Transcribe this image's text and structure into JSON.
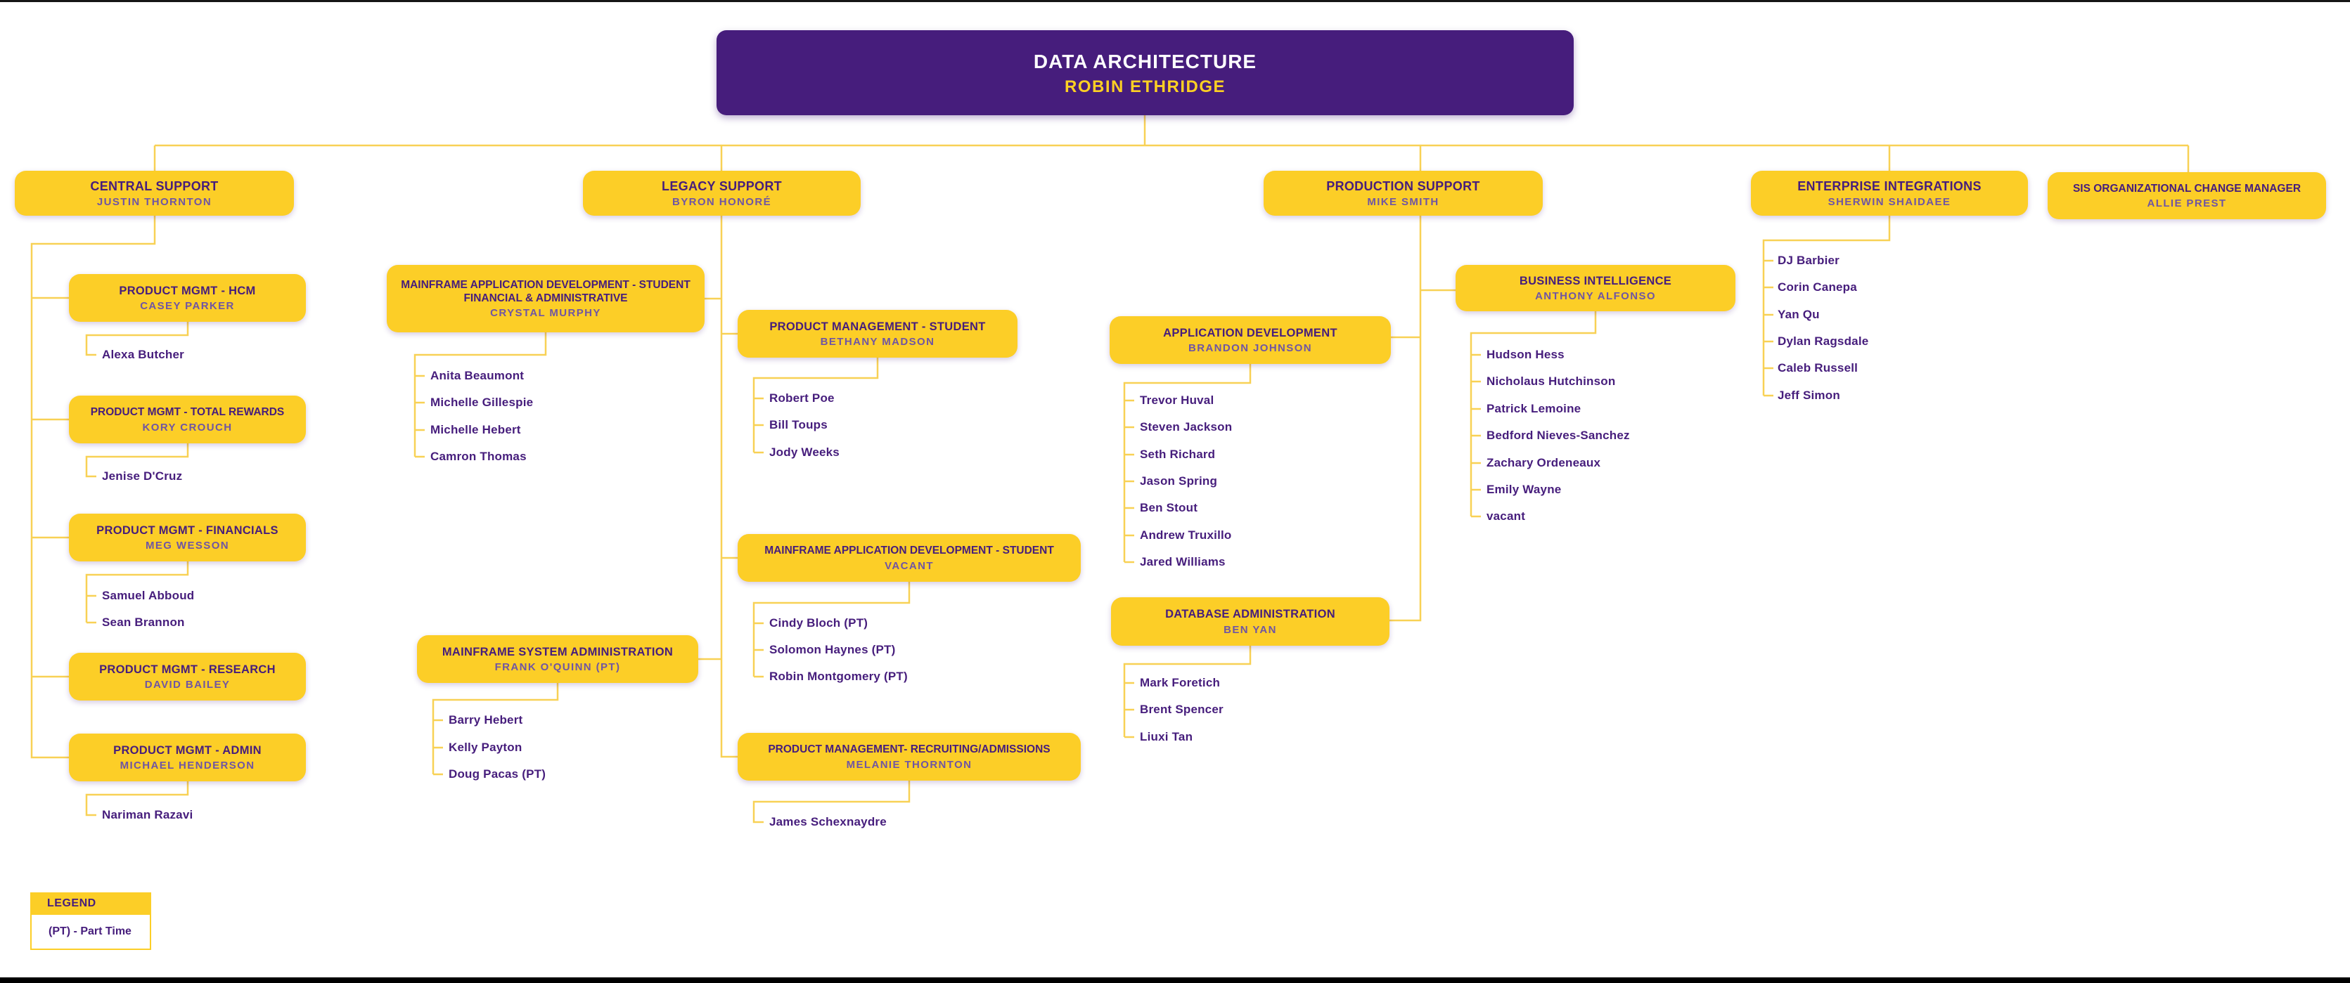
{
  "root": {
    "title": "DATA ARCHITECTURE",
    "name": "ROBIN ETHRIDGE"
  },
  "branches": [
    {
      "title": "CENTRAL SUPPORT",
      "name": "JUSTIN THORNTON",
      "children": [
        {
          "title": "PRODUCT MGMT - HCM",
          "name": "CASEY PARKER",
          "members": [
            "Alexa Butcher"
          ]
        },
        {
          "title": "PRODUCT MGMT - TOTAL REWARDS",
          "name": "KORY CROUCH",
          "members": [
            "Jenise D'Cruz"
          ]
        },
        {
          "title": "PRODUCT MGMT - FINANCIALS",
          "name": "MEG WESSON",
          "members": [
            "Samuel Abboud",
            "Sean Brannon"
          ]
        },
        {
          "title": "PRODUCT MGMT - RESEARCH",
          "name": "DAVID BAILEY",
          "members": []
        },
        {
          "title": "PRODUCT MGMT - ADMIN",
          "name": "MICHAEL HENDERSON",
          "members": [
            "Nariman Razavi"
          ]
        }
      ]
    },
    {
      "title": "LEGACY SUPPORT",
      "name": "BYRON HONORÉ",
      "children": [
        {
          "title": "MAINFRAME APPLICATION DEVELOPMENT - STUDENT FINANCIAL & ADMINISTRATIVE",
          "name": "CRYSTAL MURPHY",
          "members": [
            "Anita Beaumont",
            "Michelle Gillespie",
            "Michelle Hebert",
            "Camron Thomas"
          ]
        },
        {
          "title": "PRODUCT MANAGEMENT - STUDENT",
          "name": "BETHANY MADSON",
          "members": [
            "Robert Poe",
            "Bill Toups",
            "Jody Weeks"
          ]
        },
        {
          "title": "MAINFRAME APPLICATION DEVELOPMENT - STUDENT",
          "name": "VACANT",
          "members": [
            "Cindy Bloch (PT)",
            "Solomon Haynes (PT)",
            "Robin Montgomery (PT)"
          ]
        },
        {
          "title": "MAINFRAME SYSTEM ADMINISTRATION",
          "name": "FRANK O'QUINN (PT)",
          "members": [
            "Barry Hebert",
            "Kelly Payton",
            "Doug Pacas (PT)"
          ]
        },
        {
          "title": "PRODUCT MANAGEMENT- RECRUITING/ADMISSIONS",
          "name": "MELANIE THORNTON",
          "members": [
            "James Schexnaydre"
          ]
        }
      ]
    },
    {
      "title": "PRODUCTION SUPPORT",
      "name": "MIKE SMITH",
      "children": [
        {
          "title": "BUSINESS INTELLIGENCE",
          "name": "ANTHONY ALFONSO",
          "members": [
            "Hudson Hess",
            "Nicholaus Hutchinson",
            "Patrick Lemoine",
            "Bedford Nieves-Sanchez",
            "Zachary Ordeneaux",
            "Emily Wayne",
            "vacant"
          ]
        },
        {
          "title": "APPLICATION DEVELOPMENT",
          "name": "BRANDON JOHNSON",
          "members": [
            "Trevor Huval",
            "Steven Jackson",
            "Seth Richard",
            "Jason Spring",
            "Ben Stout",
            "Andrew Truxillo",
            "Jared Williams"
          ]
        },
        {
          "title": "DATABASE ADMINISTRATION",
          "name": "BEN YAN",
          "members": [
            "Mark Foretich",
            "Brent Spencer",
            "Liuxi Tan"
          ]
        }
      ]
    },
    {
      "title": "ENTERPRISE INTEGRATIONS",
      "name": "SHERWIN SHAIDAEE",
      "members": [
        "DJ Barbier",
        "Corin Canepa",
        "Yan Qu",
        "Dylan Ragsdale",
        "Caleb Russell",
        "Jeff Simon"
      ]
    },
    {
      "title": "SIS ORGANIZATIONAL CHANGE MANAGER",
      "name": "ALLIE PREST",
      "members": []
    }
  ],
  "legend": {
    "title": "LEGEND",
    "entry": "(PT) - Part Time"
  },
  "colors": {
    "purple": "#461D7C",
    "gold": "#FCCE27",
    "subtitle_purple": "#6F55A4",
    "line_gold": "#F8D155"
  }
}
